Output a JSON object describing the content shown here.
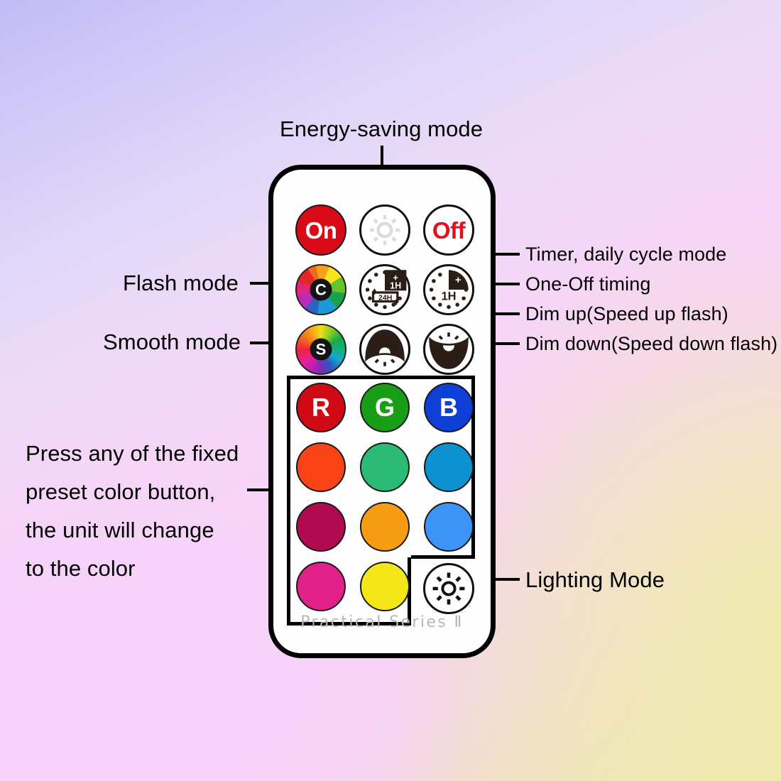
{
  "product": {
    "brand_text": "Practical  Series  Ⅱ",
    "device": "RGB LED remote control"
  },
  "buttons": {
    "power_on": {
      "label": "On",
      "color": "#d80a17",
      "text_color": "#ffffff"
    },
    "energy_saving": {
      "label": "",
      "icon": "sun-dim-icon",
      "color": "#ffffff"
    },
    "power_off": {
      "label": "Off",
      "color": "#ffffff",
      "text_color": "#e3101c"
    },
    "flash_mode": {
      "label": "C",
      "icon": "color-wheel-icon"
    },
    "timer": {
      "label": "24H",
      "icon": "clock-24h-icon"
    },
    "one_off_timing": {
      "label": "1H",
      "icon": "clock-1h-icon"
    },
    "smooth_mode": {
      "label": "S",
      "icon": "color-wheel-smooth-icon"
    },
    "dim_up": {
      "label": "",
      "icon": "dim-up-icon"
    },
    "dim_down": {
      "label": "",
      "icon": "dim-down-icon"
    },
    "lighting_mode": {
      "label": "",
      "icon": "lighting-mode-sun-icon"
    }
  },
  "presets": {
    "rows": [
      [
        {
          "label": "R",
          "color": "#cf0a14",
          "text_color": "#ffffff"
        },
        {
          "label": "G",
          "color": "#1a9d16",
          "text_color": "#ffffff"
        },
        {
          "label": "B",
          "color": "#0e40d8",
          "text_color": "#ffffff"
        }
      ],
      [
        {
          "label": "",
          "color": "#fb4318",
          "text_color": "#ffffff"
        },
        {
          "label": "",
          "color": "#2bbb74",
          "text_color": "#ffffff"
        },
        {
          "label": "",
          "color": "#0d92cf",
          "text_color": "#ffffff"
        }
      ],
      [
        {
          "label": "",
          "color": "#b20a51",
          "text_color": "#ffffff"
        },
        {
          "label": "",
          "color": "#f79d13",
          "text_color": "#ffffff"
        },
        {
          "label": "",
          "color": "#3e93f7",
          "text_color": "#ffffff"
        }
      ],
      [
        {
          "label": "",
          "color": "#e22089",
          "text_color": "#ffffff"
        },
        {
          "label": "",
          "color": "#f3e718",
          "text_color": "#ffffff"
        }
      ]
    ]
  },
  "callouts": {
    "energy_saving": "Energy-saving mode",
    "flash_mode": "Flash mode",
    "smooth_mode": "Smooth mode",
    "timer": "Timer, daily cycle mode",
    "one_off_timing": "One-Off timing",
    "dim_up": "Dim up(Speed up flash)",
    "dim_down": "Dim down(Speed down flash)",
    "lighting_mode": "Lighting Mode",
    "preset_line1": "Press any of the fixed",
    "preset_line2": "preset color button,",
    "preset_line3": "the unit will change",
    "preset_line4": "to the color"
  },
  "icon_text": {
    "timer_24h": "24H",
    "timer_1h_small": "1H",
    "one_off_1h": "1H",
    "plus": "+"
  },
  "colors": {
    "background_top_left": "#c3bdf6",
    "background_bottom_left": "#f7d2fb",
    "background_bottom_right": "#eeeab4",
    "remote_body": "#fefefe",
    "remote_outline": "#000000",
    "brand_text": "#b7b7b7",
    "energy_icon": "#d9d9d9"
  }
}
